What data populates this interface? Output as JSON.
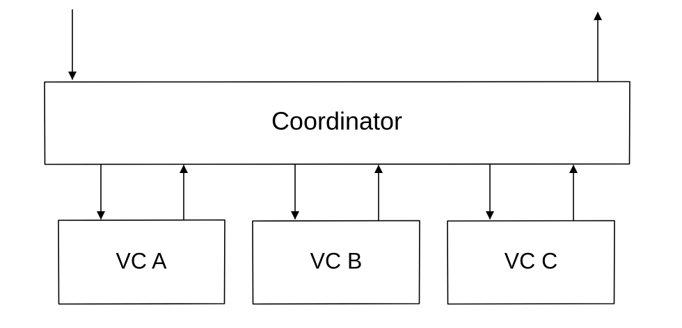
{
  "diagram": {
    "coordinator": {
      "label": "Coordinator"
    },
    "clients": [
      {
        "label": "VC A"
      },
      {
        "label": "VC B"
      },
      {
        "label": "VC C"
      }
    ],
    "colors": {
      "stroke": "#000000",
      "fill": "#ffffff"
    }
  }
}
